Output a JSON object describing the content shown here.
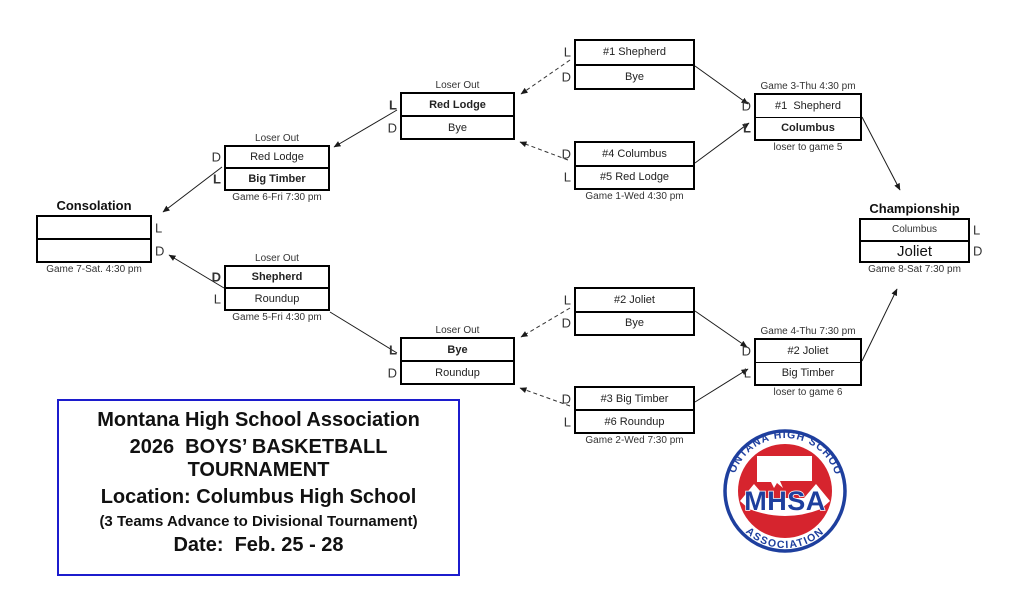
{
  "colors": {
    "line": "#1a1a1a",
    "box_border": "#000000",
    "info_border": "#1c1ccd",
    "logo_blue": "#1e3f9e",
    "logo_red": "#d6242e"
  },
  "bracket": {
    "boxes": {
      "consolation": {
        "title": "Consolation",
        "rows": [
          "",
          ""
        ],
        "row_labels": [
          "L",
          "D"
        ],
        "caption": "Game 7-Sat. 4:30 pm"
      },
      "game6": {
        "title": "Loser Out",
        "rows": [
          "Red Lodge",
          "Big Timber"
        ],
        "row_labels": [
          "D",
          "L"
        ],
        "caption": "Game 6-Fri 7:30 pm"
      },
      "loser_out_top": {
        "title": "Loser Out",
        "rows": [
          "Red Lodge",
          "Bye"
        ],
        "row_labels": [
          "L",
          "D"
        ]
      },
      "semi1_top": {
        "rows": [
          "#1 Shepherd",
          "Bye"
        ],
        "row_labels": [
          "L",
          "D"
        ]
      },
      "game1": {
        "rows": [
          "#4 Columbus",
          "#5 Red Lodge"
        ],
        "row_labels": [
          "D",
          "L"
        ],
        "caption": "Game 1-Wed 4:30 pm"
      },
      "game3": {
        "title": "Game 3-Thu 4:30 pm",
        "rows": [
          "#1  Shepherd",
          "Columbus"
        ],
        "row_labels": [
          "D",
          "L"
        ],
        "caption": "loser to game 5"
      },
      "championship": {
        "title": "Championship",
        "rows": [
          "Columbus",
          "Joliet"
        ],
        "row_labels": [
          "L",
          "D"
        ],
        "caption": "Game 8-Sat 7:30 pm"
      },
      "game5": {
        "title": "Loser Out",
        "rows": [
          "Shepherd",
          "Roundup"
        ],
        "row_labels": [
          "D",
          "L"
        ],
        "caption": "Game 5-Fri 4:30 pm"
      },
      "loser_out_bottom": {
        "title": "Loser Out",
        "rows": [
          "Bye",
          "Roundup"
        ],
        "row_labels": [
          "L",
          "D"
        ]
      },
      "semi2_top": {
        "rows": [
          "#2 Joliet",
          "Bye"
        ],
        "row_labels": [
          "L",
          "D"
        ]
      },
      "game2": {
        "rows": [
          "#3 Big Timber",
          "#6 Roundup"
        ],
        "row_labels": [
          "D",
          "L"
        ],
        "caption": "Game 2-Wed 7:30 pm"
      },
      "game4": {
        "title": "Game 4-Thu 7:30 pm",
        "rows": [
          "#2 Joliet",
          "Big Timber"
        ],
        "row_labels": [
          "D",
          "L"
        ],
        "caption": "loser to game 6"
      }
    }
  },
  "info_box": {
    "line1": "Montana High School Association",
    "line2": "2026  BOYS’ BASKETBALL TOURNAMENT",
    "line3": "Location: Columbus High School",
    "line4": "(3 Teams Advance to Divisional Tournament)",
    "line5": "Date:  Feb. 25 - 28"
  },
  "logo": {
    "ring_top": "MONTANA HIGH SCHOOL",
    "ring_bottom": "ASSOCIATION",
    "acronym": "MHSA"
  }
}
